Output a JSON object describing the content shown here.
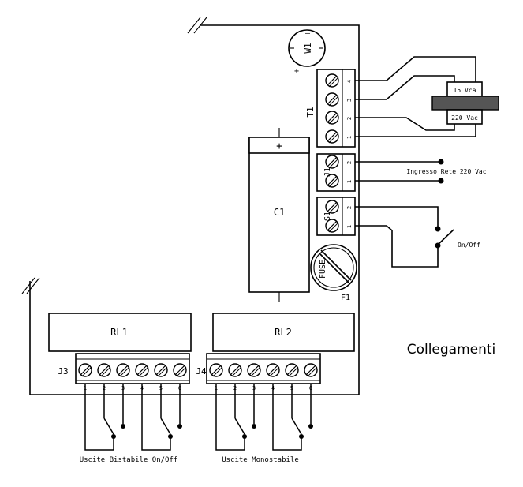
{
  "components": {
    "w1": "W1",
    "w1_minus": "–",
    "w1_plus": "+",
    "t1": "T1",
    "c1": "C1",
    "c1_plus": "+",
    "j1": "J1",
    "s1": "S1",
    "fuse": "FUSE",
    "f1": "F1",
    "rl1": "RL1",
    "rl2": "RL2",
    "j3": "J3",
    "j4": "J4"
  },
  "transformer": {
    "secondary": "15 Vca",
    "primary": "220 Vac"
  },
  "terminal_numbers": {
    "t1": [
      "4",
      "3",
      "2",
      "1"
    ],
    "j1": [
      "2",
      "1"
    ],
    "s1": [
      "2",
      "1"
    ],
    "j3": [
      "1",
      "2",
      "3",
      "4",
      "5",
      "6"
    ],
    "j4": [
      "1",
      "2",
      "3",
      "4",
      "5",
      "6"
    ]
  },
  "labels": {
    "mains_input": "Ingresso Rete 220 Vac",
    "switch": "On/Off",
    "outputs_bistable": "Uscite Bistabile On/Off",
    "outputs_monostable": "Uscite Monostabile",
    "title": "Collegamenti"
  }
}
